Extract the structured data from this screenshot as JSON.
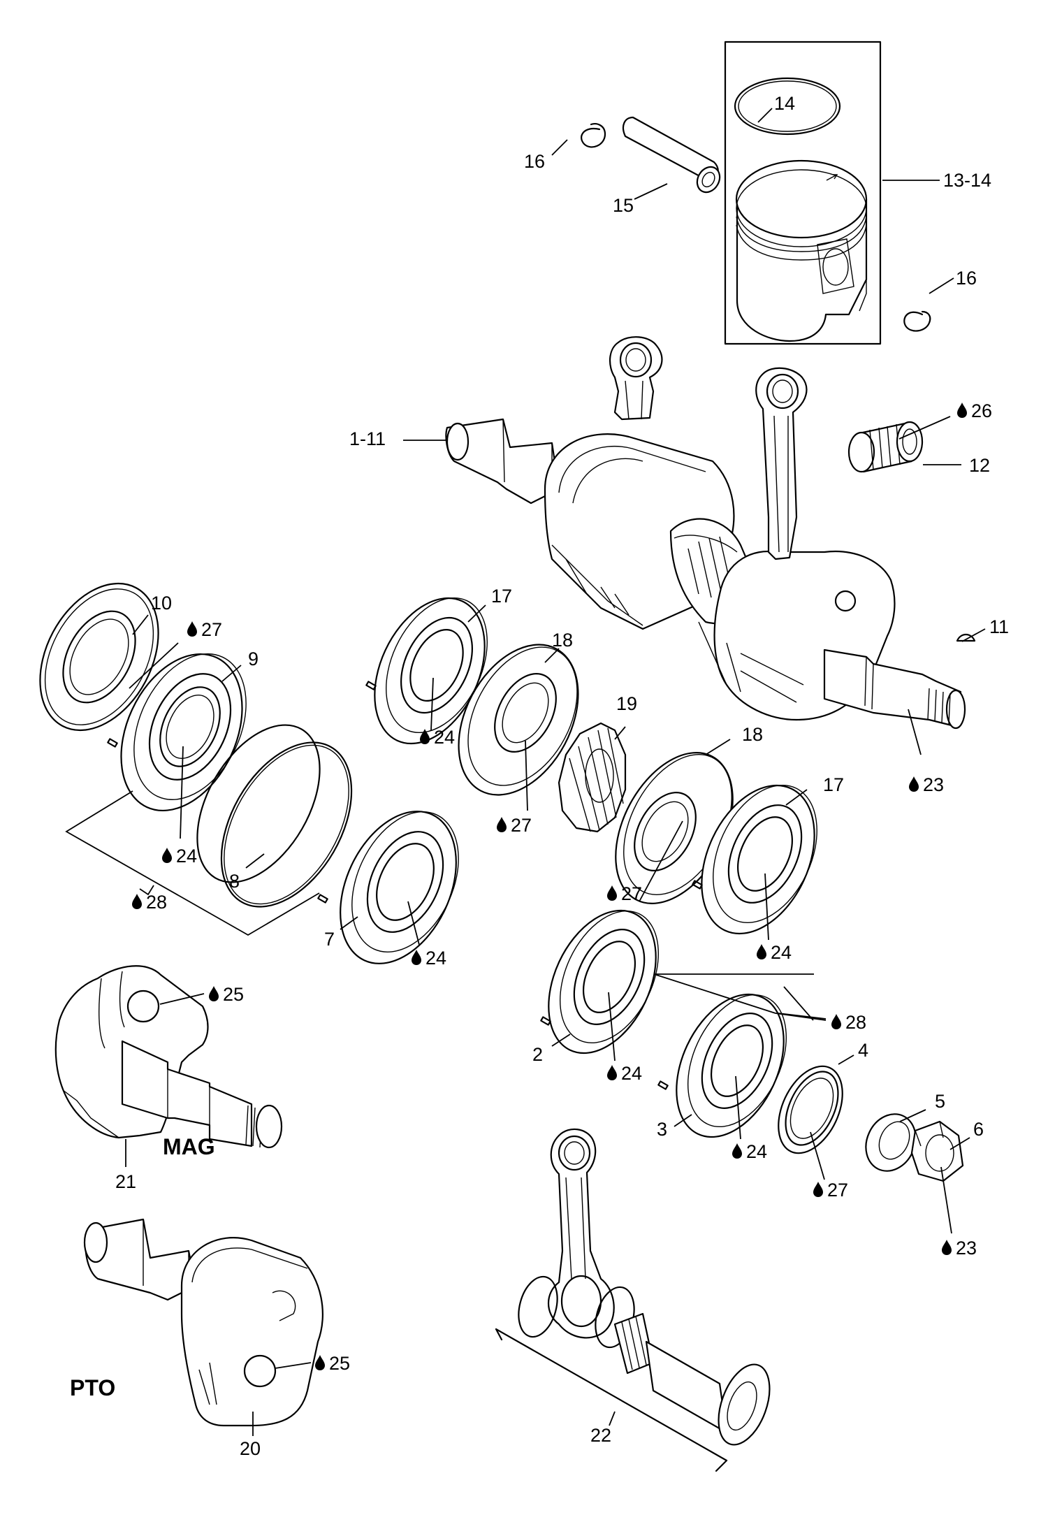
{
  "callouts": {
    "c14": "14",
    "c16a": "16",
    "c15": "15",
    "c13_14": "13-14",
    "c16b": "16",
    "c1_11": "1-11",
    "c26": "26",
    "c12": "12",
    "c10": "10",
    "c27a": "27",
    "c9": "9",
    "c17a": "17",
    "c18a": "18",
    "c11": "11",
    "c19": "19",
    "c24a": "24",
    "c18b": "18",
    "c23a": "23",
    "c24b": "24",
    "c27b": "27",
    "c17b": "17",
    "c8": "8",
    "c28a": "28",
    "c27c": "27",
    "c7": "7",
    "c24c": "24",
    "c24d": "24",
    "c25a": "25",
    "c28b": "28",
    "c2": "2",
    "c4": "4",
    "c24e": "24",
    "c5": "5",
    "c3": "3",
    "c6": "6",
    "c24f": "24",
    "c27d": "27",
    "c21": "21",
    "c23b": "23",
    "c25b": "25",
    "c20": "20",
    "c22": "22"
  },
  "labels": {
    "mag": "MAG",
    "pto": "PTO"
  },
  "icons": {
    "lubricant": "oil-drop-icon"
  }
}
